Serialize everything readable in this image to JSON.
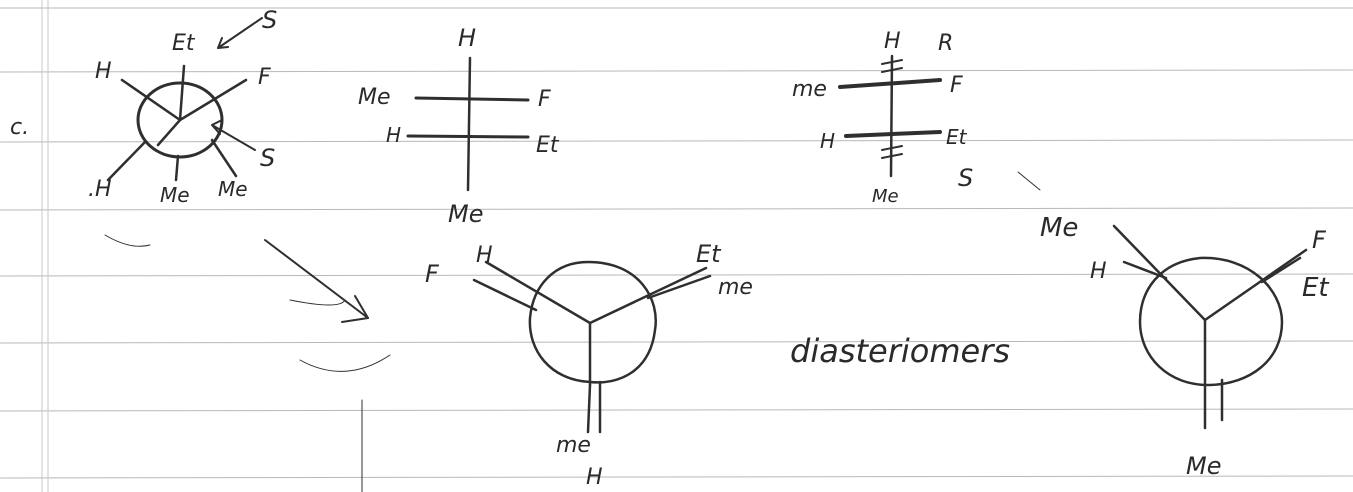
{
  "problem_label": "c.",
  "newman_1": {
    "front": [
      "H",
      "Et",
      "F"
    ],
    "back": [
      ".H",
      "Me",
      "Me"
    ],
    "front_config": "S",
    "back_config": "S"
  },
  "fischer_1": {
    "top": "H",
    "row1": {
      "left": "Me",
      "right": "F"
    },
    "row2": {
      "left": "H",
      "right": "Et"
    },
    "bottom": "Me"
  },
  "fischer_2": {
    "top": "H",
    "top_config": "R",
    "row1": {
      "left": "me",
      "right": "F"
    },
    "row2": {
      "left": "H",
      "right": "Et"
    },
    "bottom": "Me",
    "bottom_config": "S"
  },
  "newman_2": {
    "front_labels": [
      "F",
      "H",
      "Et",
      "me"
    ],
    "back_labels": [
      "me",
      "H"
    ]
  },
  "relationship": "diasteriomers",
  "newman_3": {
    "front_labels": [
      "Me",
      "H",
      "F",
      "Et"
    ],
    "back_label": "Me"
  }
}
